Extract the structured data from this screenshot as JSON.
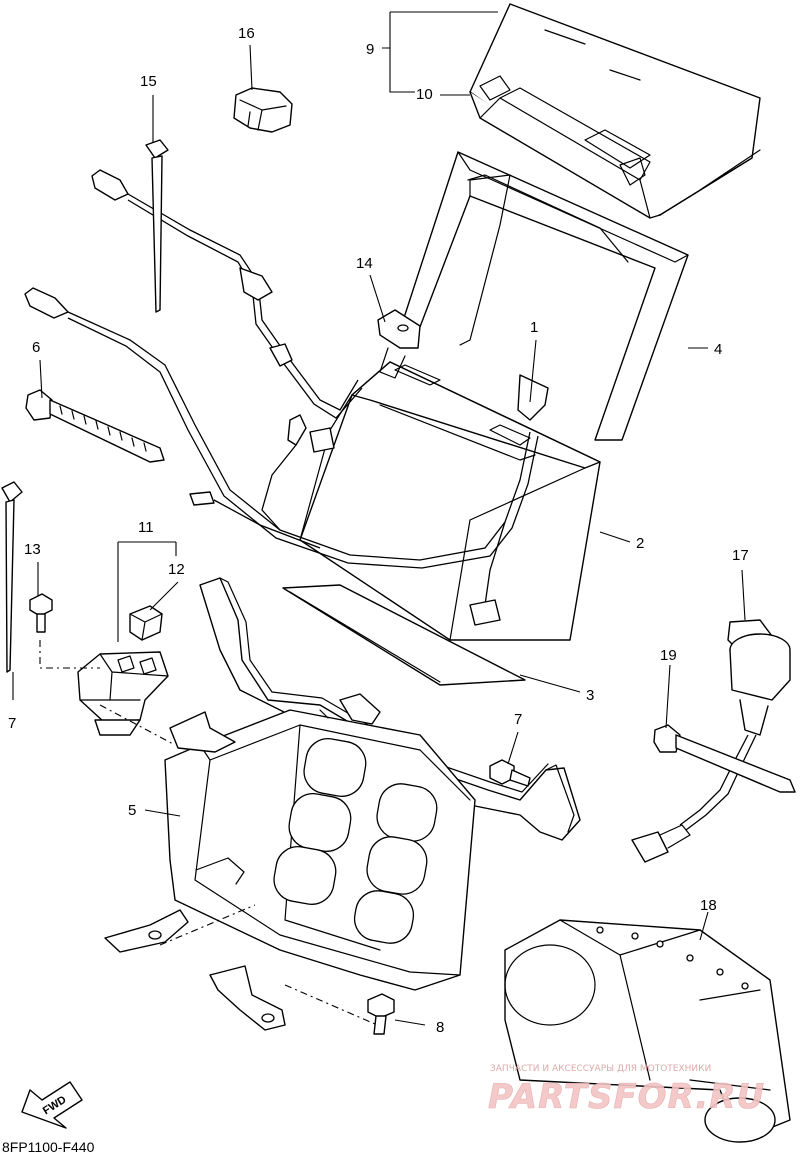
{
  "callouts": {
    "c1": "1",
    "c2": "2",
    "c3": "3",
    "c4": "4",
    "c5": "5",
    "c6": "6",
    "c7a": "7",
    "c7b": "7",
    "c8": "8",
    "c9": "9",
    "c10": "10",
    "c11": "11",
    "c12": "12",
    "c13": "13",
    "c14": "14",
    "c15": "15",
    "c16": "16",
    "c17": "17",
    "c18": "18",
    "c19": "19"
  },
  "drawing_code": "8FP1100-F440",
  "fwd_label": "FWD",
  "watermark": {
    "tagline": "ЗАПЧАСТИ И АКСЕССУАРЫ ДЛЯ МОТОТЕХНИКИ",
    "logo": "PARTSFOR.RU"
  },
  "colors": {
    "line": "#000000",
    "background": "#ffffff",
    "watermark": "#e6a8a8"
  }
}
